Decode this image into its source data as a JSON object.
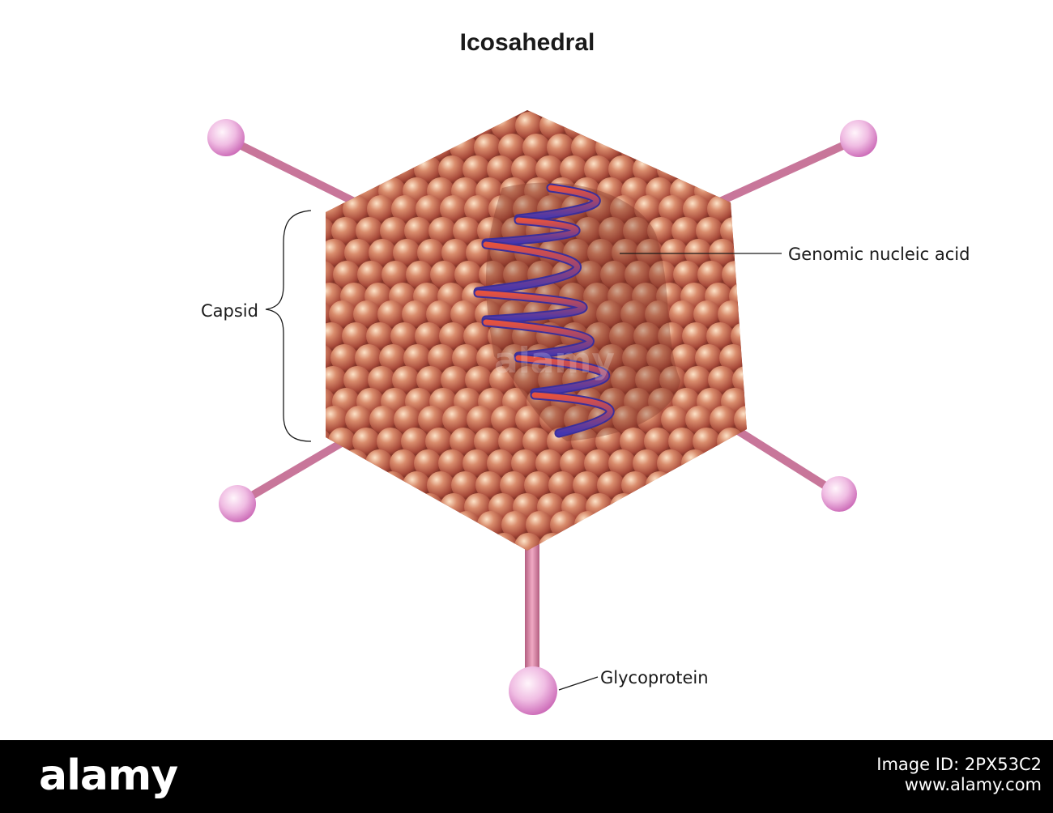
{
  "title": "Icosahedral",
  "labels": {
    "genomic": "Genomic nucleic acid",
    "capsid": "Capsid",
    "glycoprotein": "Glycoprotein"
  },
  "watermark": "alamy",
  "footer": {
    "brand": "alamy",
    "code_line1": "Image ID: 2PX53C2",
    "code_line2": "www.alamy.com"
  },
  "colors": {
    "capsomere": "#c9745c",
    "capsomere_dark": "#7a2f24",
    "spike_stalk": "#cf7f9e",
    "spike_knob": "#e7a4d6",
    "strand_red": "#e04a3a",
    "strand_blue": "#4a40b0"
  }
}
